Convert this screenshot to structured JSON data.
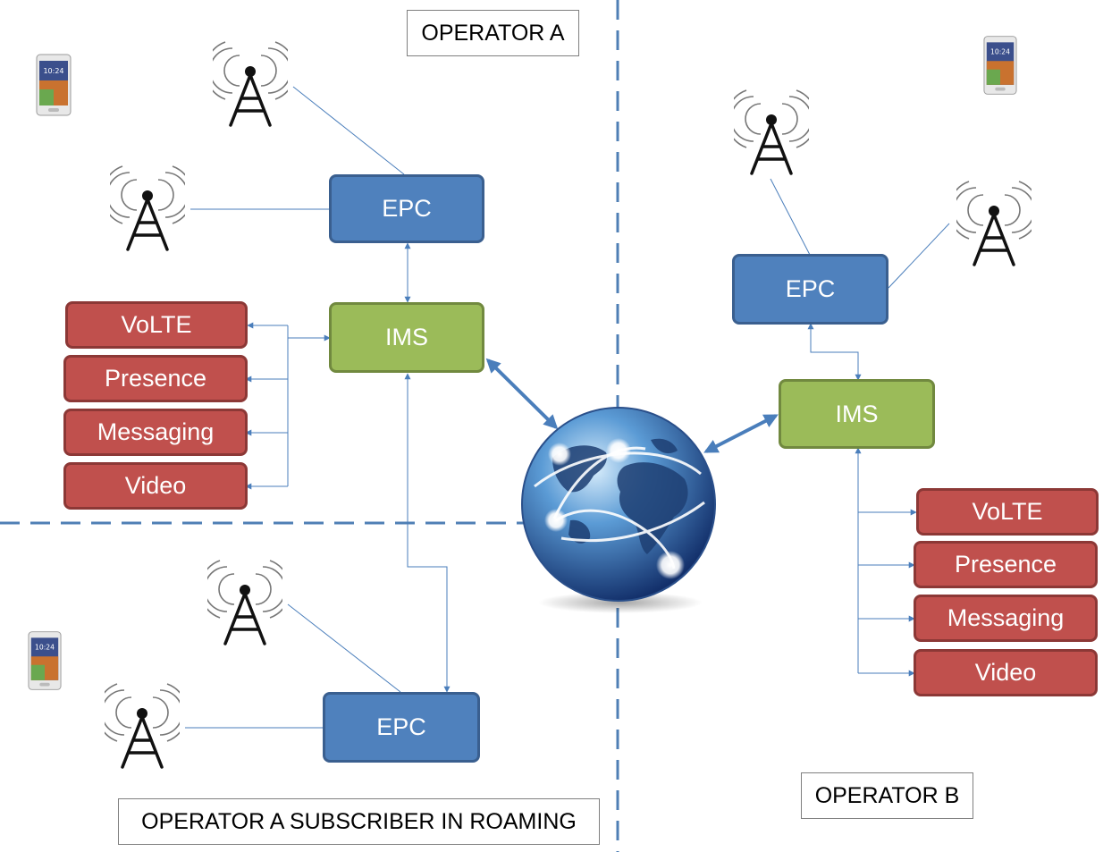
{
  "operators": {
    "a": "OPERATOR A",
    "b": "OPERATOR B",
    "roaming": "OPERATOR A SUBSCRIBER IN ROAMING"
  },
  "nodes": {
    "epc": "EPC",
    "ims": "IMS"
  },
  "services": {
    "volte": "VoLTE",
    "presence": "Presence",
    "messaging": "Messaging",
    "video": "Video"
  },
  "phone_time": "10:24",
  "colors": {
    "epc": "#4f81bd",
    "ims": "#9bbb59",
    "service": "#c0504d",
    "divider": "#4f7fb5",
    "connector": "#4a7ebb"
  },
  "icons": {
    "tower": "antenna-tower-icon",
    "phone": "smartphone-icon",
    "globe": "internet-globe-icon"
  }
}
